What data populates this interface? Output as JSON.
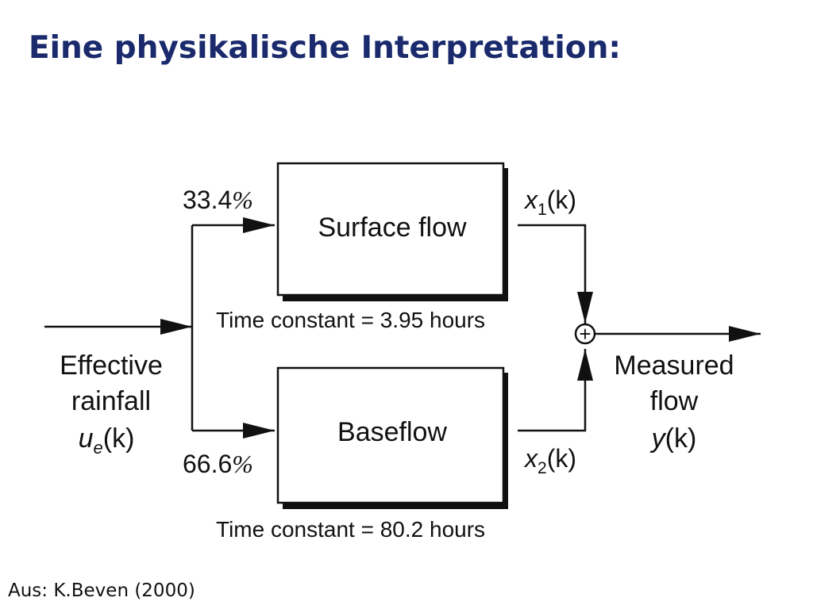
{
  "title": "Eine physikalische Interpretation:",
  "source": "Aus: K.Beven (2000)",
  "diagram": {
    "input": {
      "line1": "Effective",
      "line2": "rainfall",
      "symbol": "u",
      "subscript": "e",
      "arg": "(k)"
    },
    "surface_flow": {
      "label": "Surface flow",
      "share": "33.4",
      "percent": "%",
      "output_symbol": "x",
      "output_subscript": "1",
      "output_arg": "(k)",
      "time_constant": "Time constant = 3.95 hours"
    },
    "baseflow": {
      "label": "Baseflow",
      "share": "66.6",
      "percent": "%",
      "output_symbol": "x",
      "output_subscript": "2",
      "output_arg": "(k)",
      "time_constant": "Time constant = 80.2 hours"
    },
    "summing_junction": "+",
    "output": {
      "line1": "Measured",
      "line2": "flow",
      "symbol": "y",
      "arg": "(k)"
    }
  }
}
